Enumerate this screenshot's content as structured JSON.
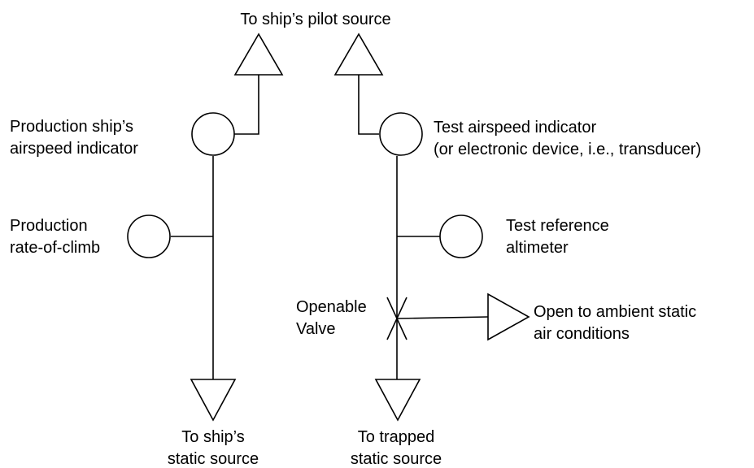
{
  "labels": {
    "pilot_source": "To ship’s pilot source",
    "production_airspeed_l1": "Production ship’s",
    "production_airspeed_l2": "airspeed indicator",
    "test_airspeed_l1": "Test airspeed indicator",
    "test_airspeed_l2": "(or electronic device, i.e., transducer)",
    "production_roc_l1": "Production",
    "production_roc_l2": "rate-of-climb",
    "test_altimeter_l1": "Test reference",
    "test_altimeter_l2": "altimeter",
    "valve_l1": "Openable",
    "valve_l2": "Valve",
    "ambient_l1": "Open to ambient static",
    "ambient_l2": "air conditions",
    "ships_static_l1": "To ship’s",
    "ships_static_l2": "static source",
    "trapped_static_l1": "To trapped",
    "trapped_static_l2": "static source"
  }
}
